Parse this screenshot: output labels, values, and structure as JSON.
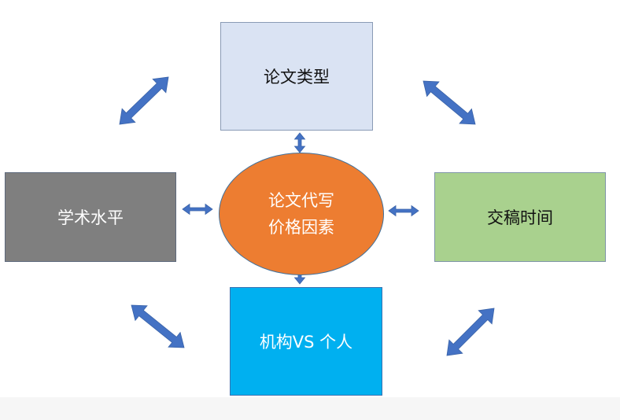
{
  "diagram": {
    "center": {
      "line1": "论文代写",
      "line2": "价格因素",
      "color": "#ed7d31"
    },
    "nodes": {
      "top": {
        "label": "论文类型",
        "color": "#dae3f3"
      },
      "left": {
        "label": "学术水平",
        "color": "#7f7f7f"
      },
      "right": {
        "label": "交稿时间",
        "color": "#a9d18e"
      },
      "bottom": {
        "label": "机构VS 个人",
        "color": "#00b0f0"
      }
    },
    "arrow_color": "#4472c4"
  }
}
